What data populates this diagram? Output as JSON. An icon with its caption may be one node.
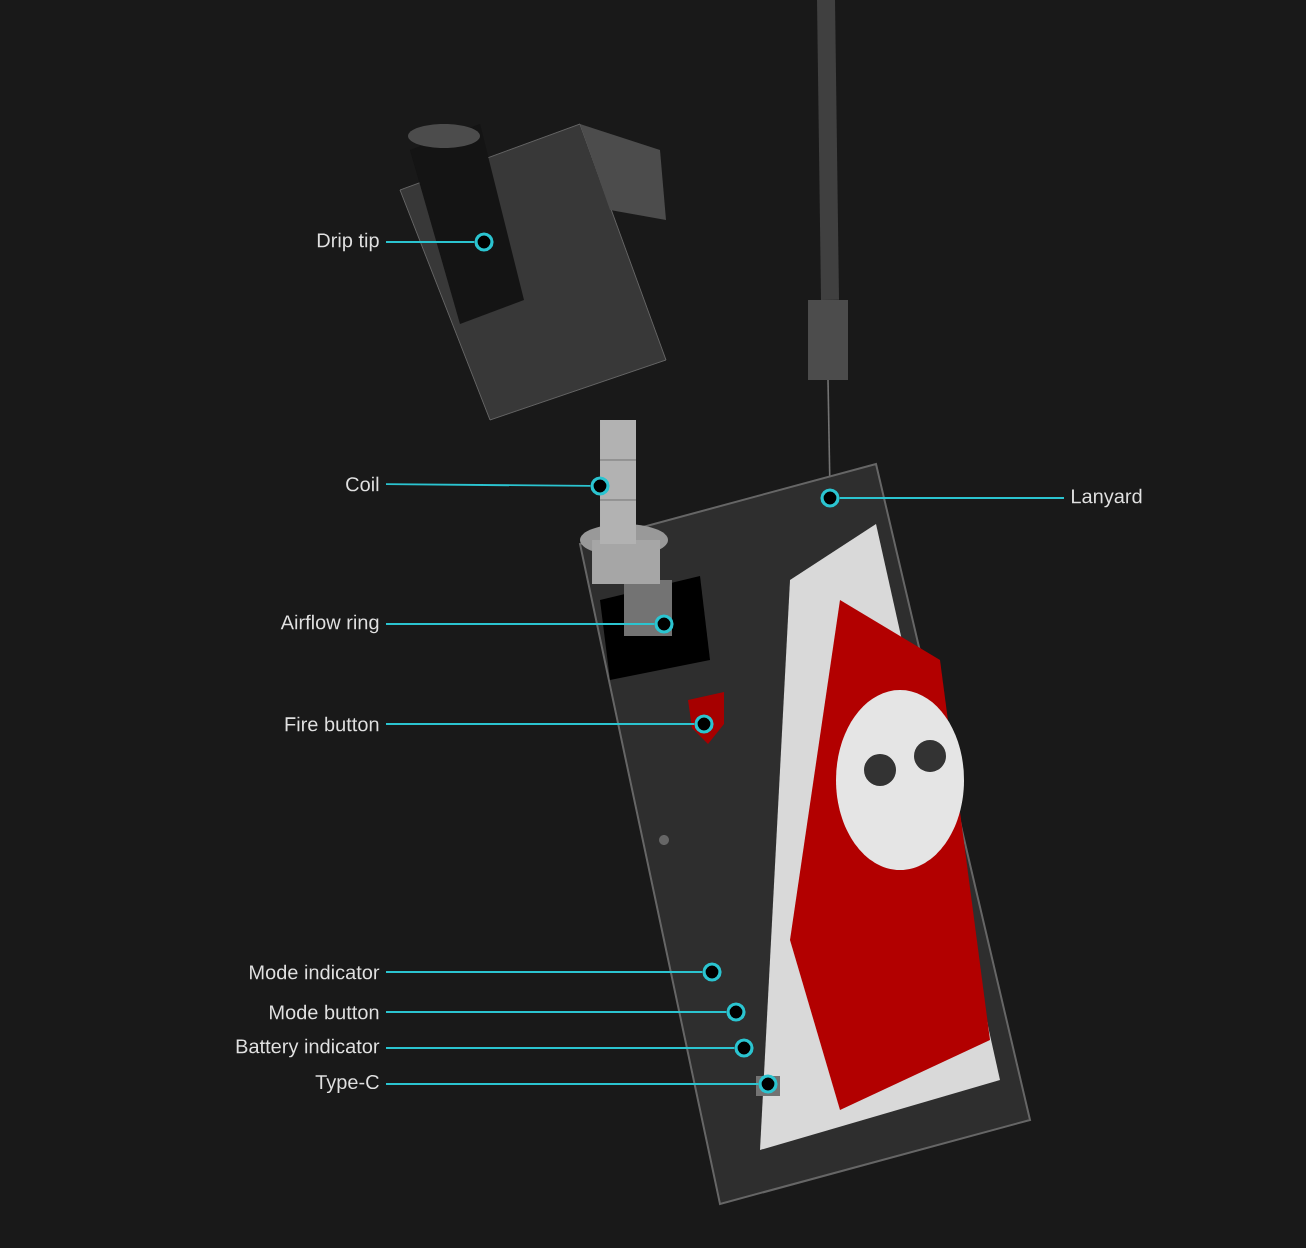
{
  "diagram": {
    "nodes": [
      {
        "text": [
          "Drip tip"
        ]
      },
      {
        "text": [
          "Coil"
        ]
      },
      {
        "text": [
          "Lanyard"
        ]
      },
      {
        "text": [
          "Airflow ring"
        ]
      },
      {
        "text": [
          "Fire button"
        ]
      },
      {
        "text": [
          "Mode indicator"
        ]
      },
      {
        "text": [
          "Mode button"
        ]
      },
      {
        "text": [
          "Battery indicator"
        ]
      },
      {
        "text": [
          "Type-C"
        ]
      },
      {
        "text": [],
        "shape": "circle"
      },
      {
        "text": [],
        "shape": "circle"
      },
      {
        "text": [],
        "shape": "circle"
      },
      {
        "text": [],
        "shape": "circle"
      },
      {
        "text": [],
        "shape": "circle"
      },
      {
        "text": [],
        "shape": "circle"
      },
      {
        "text": [],
        "shape": "circle"
      },
      {
        "text": [],
        "shape": "circle"
      },
      {
        "text": [],
        "shape": "circle"
      }
    ],
    "edges": [
      {
        "from": 0,
        "to": 9,
        "arrow": "none"
      },
      {
        "from": 1,
        "to": 10,
        "arrow": "none"
      },
      {
        "from": 2,
        "to": 11,
        "arrow": "none"
      },
      {
        "from": 3,
        "to": 12,
        "arrow": "none"
      },
      {
        "from": 4,
        "to": 13,
        "arrow": "none"
      },
      {
        "from": 5,
        "to": 14,
        "arrow": "none"
      },
      {
        "from": 6,
        "to": 15,
        "arrow": "none"
      },
      {
        "from": 7,
        "to": 16,
        "arrow": "none"
      },
      {
        "from": 8,
        "to": 17,
        "arrow": "none"
      }
    ]
  }
}
